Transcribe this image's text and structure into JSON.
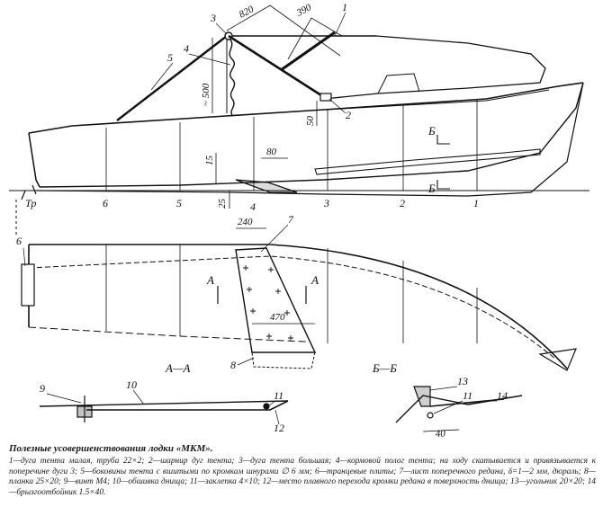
{
  "caption": {
    "title": "Полезные усовершенствования лодки «МКМ».",
    "body": "1—дуга тента малая, труба 22×2; 2—шарнир дуг тента; 3—дуга тента большая; 4—кормовой полог тента; на ходу скатывается и привязывается к поперечине дуги 3; 5—боковины тента с вшитыми по кромкам шнурами ∅ 6 мм; 6—транцевые плиты; 7—лист поперечного редана, δ=1—2 мм, дюраль; 8—планка 25×20; 9—винт М4; 10—обшивка днища; 11—заклепка 4×10; 12—место плавного перехода кромки редана в поверхность днища; 13—угольник 20×20; 14—брызгоотбойник 1.5×40."
  },
  "drawing": {
    "dimensions": {
      "d820": "820",
      "d390": "390",
      "d500": "~ 500",
      "d50": "50",
      "d15": "15",
      "d25": "25",
      "d80": "80",
      "d240": "240",
      "d470": "470",
      "d40": "40"
    },
    "frames": {
      "tr": "Тр",
      "f6": "6",
      "f5": "5",
      "f4": "4",
      "f3": "3",
      "f2": "2",
      "f1": "1"
    },
    "callouts": {
      "c1": "1",
      "c2": "2",
      "c3": "3",
      "c4": "4",
      "c5": "5",
      "c6": "6",
      "c7": "7",
      "c8": "8",
      "c9": "9",
      "c10": "10",
      "c11": "11",
      "c11b": "11",
      "c12": "12",
      "c13": "13",
      "c14": "14"
    },
    "sections": {
      "aa": "А—А",
      "bb": "Б—Б",
      "a_left": "А",
      "a_right": "А",
      "b_top": "Б",
      "b_bottom": "Б"
    }
  }
}
